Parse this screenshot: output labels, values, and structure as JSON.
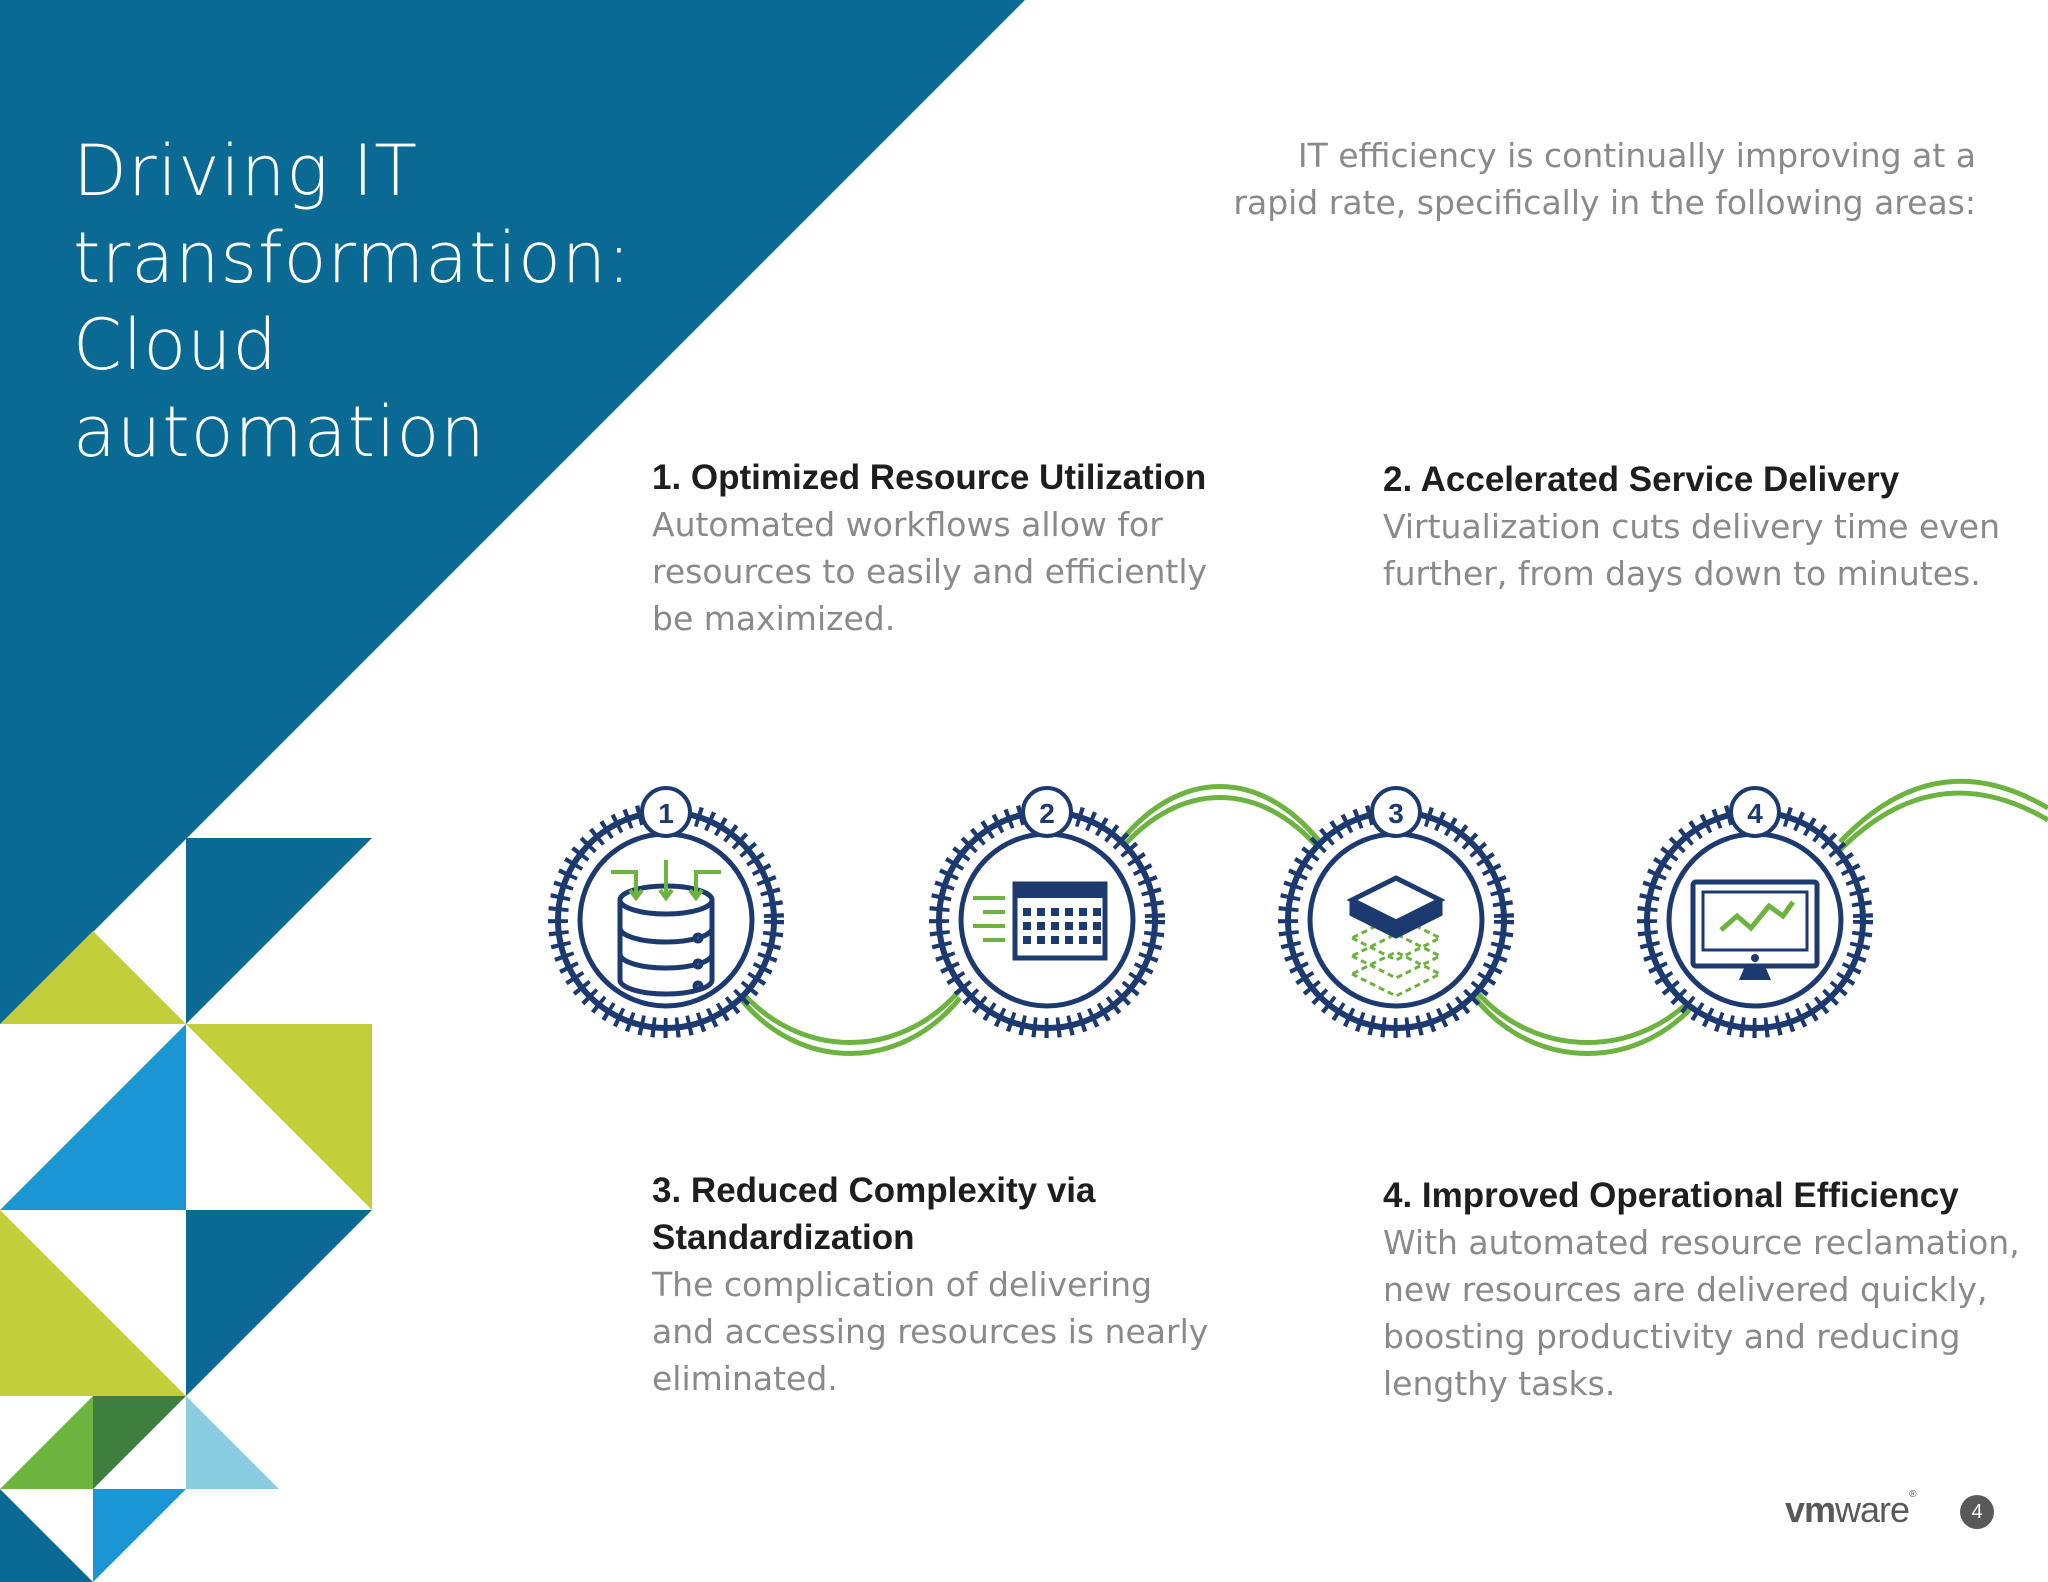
{
  "title_lines": [
    "Driving IT",
    "transformation:",
    "Cloud",
    "automation"
  ],
  "intro": "IT efficiency is continually improving at a rapid rate, specifically in the following areas:",
  "items": [
    {
      "heading": "1. Optimized Resource Utilization",
      "body": "Automated workflows allow for resources to easily and efficiently be maximized."
    },
    {
      "heading": "2. Accelerated Service Delivery",
      "body": "Virtualization cuts delivery time even further, from days down to minutes."
    },
    {
      "heading": "3. Reduced Complexity via Standardization",
      "body": "The complication of delivering and accessing resources is nearly eliminated."
    },
    {
      "heading": "4. Improved Operational Efficiency",
      "body": "With automated resource reclamation, new resources are delivered quickly, boosting productivity and reducing lengthy tasks."
    }
  ],
  "steps": [
    {
      "number": "1",
      "icon": "database-icon"
    },
    {
      "number": "2",
      "icon": "calendar-icon"
    },
    {
      "number": "3",
      "icon": "stacked-layers-icon"
    },
    {
      "number": "4",
      "icon": "monitor-chart-icon"
    }
  ],
  "logo": {
    "brand_bold": "vm",
    "brand_rest": "ware",
    "mark": "®"
  },
  "page_number": "4",
  "colors": {
    "dark_blue": "#0b6a94",
    "navy": "#1d3a70",
    "bright_blue": "#1a96d4",
    "lime": "#c3cf3a",
    "green": "#6cb33f",
    "dark_green": "#3e7e3e",
    "light_blue": "#8bcde0",
    "text_gray": "#8a8a8a"
  }
}
